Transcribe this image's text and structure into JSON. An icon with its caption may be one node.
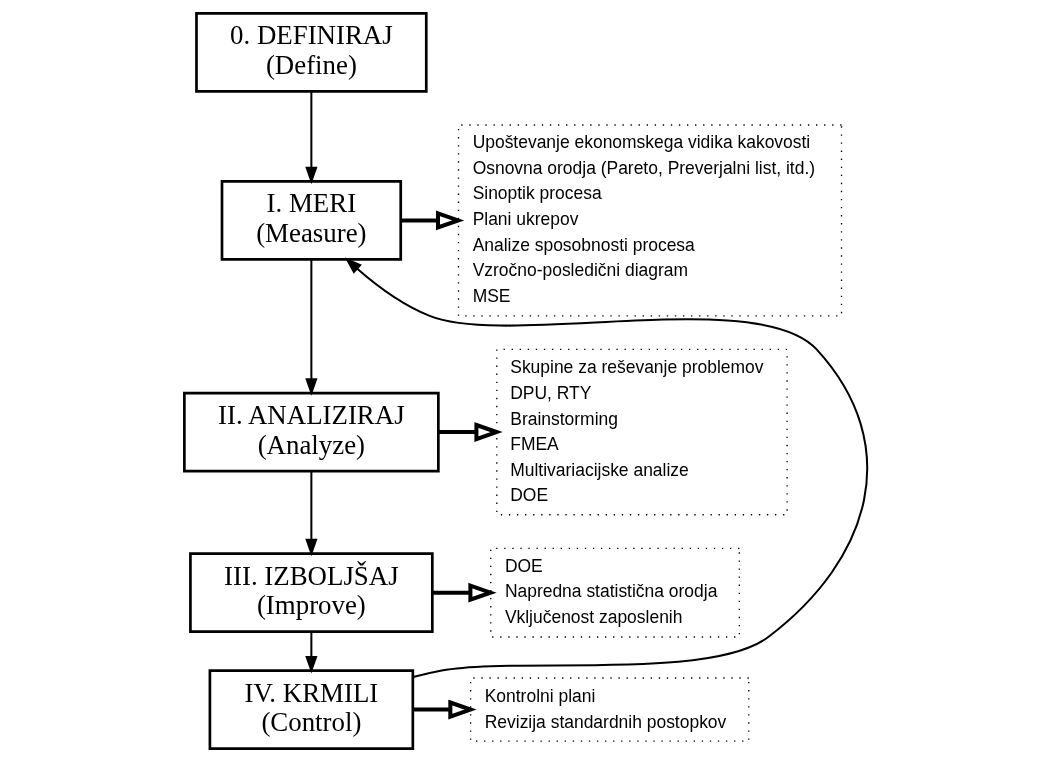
{
  "diagram": {
    "nodes": [
      {
        "text": [
          "0. DEFINIRAJ",
          "(Define)"
        ]
      },
      {
        "text": [
          "I. MERI",
          "(Measure)"
        ]
      },
      {
        "text": [
          "II. ANALIZIRAJ",
          "(Analyze)"
        ]
      },
      {
        "text": [
          "III. IZBOLJŠAJ",
          "(Improve)"
        ]
      },
      {
        "text": [
          "IV. KRMILI",
          "(Control)"
        ]
      },
      {
        "text": [
          "Upoštevanje ekonomskega vidika kakovosti",
          "Osnovna orodja (Pareto, Preverjalni list, itd.)",
          "Sinoptik procesa",
          "Plani ukrepov",
          "Analize sposobnosti procesa",
          "Vzročno-posledični diagram",
          "MSE"
        ]
      },
      {
        "text": [
          "Skupine za reševanje problemov",
          "DPU, RTY",
          "Brainstorming",
          "FMEA",
          "Multivariacijske analize",
          "DOE"
        ]
      },
      {
        "text": [
          "DOE",
          "Napredna statistična orodja",
          "Vključenost zaposlenih"
        ]
      },
      {
        "text": [
          "Kontrolni plani",
          "Revizija standardnih postopkov"
        ]
      }
    ],
    "edges": [
      {
        "from": 0,
        "to": 1,
        "arrow": "to"
      },
      {
        "from": 1,
        "to": 2,
        "arrow": "to"
      },
      {
        "from": 2,
        "to": 3,
        "arrow": "to"
      },
      {
        "from": 3,
        "to": 4,
        "arrow": "to"
      },
      {
        "from": 4,
        "to": 1,
        "arrow": "to"
      },
      {
        "from": 1,
        "to": 5,
        "arrow": "to",
        "style": "thick"
      },
      {
        "from": 2,
        "to": 6,
        "arrow": "to",
        "style": "thick"
      },
      {
        "from": 3,
        "to": 7,
        "arrow": "to",
        "style": "thick"
      },
      {
        "from": 4,
        "to": 8,
        "arrow": "to",
        "style": "thick"
      }
    ]
  }
}
